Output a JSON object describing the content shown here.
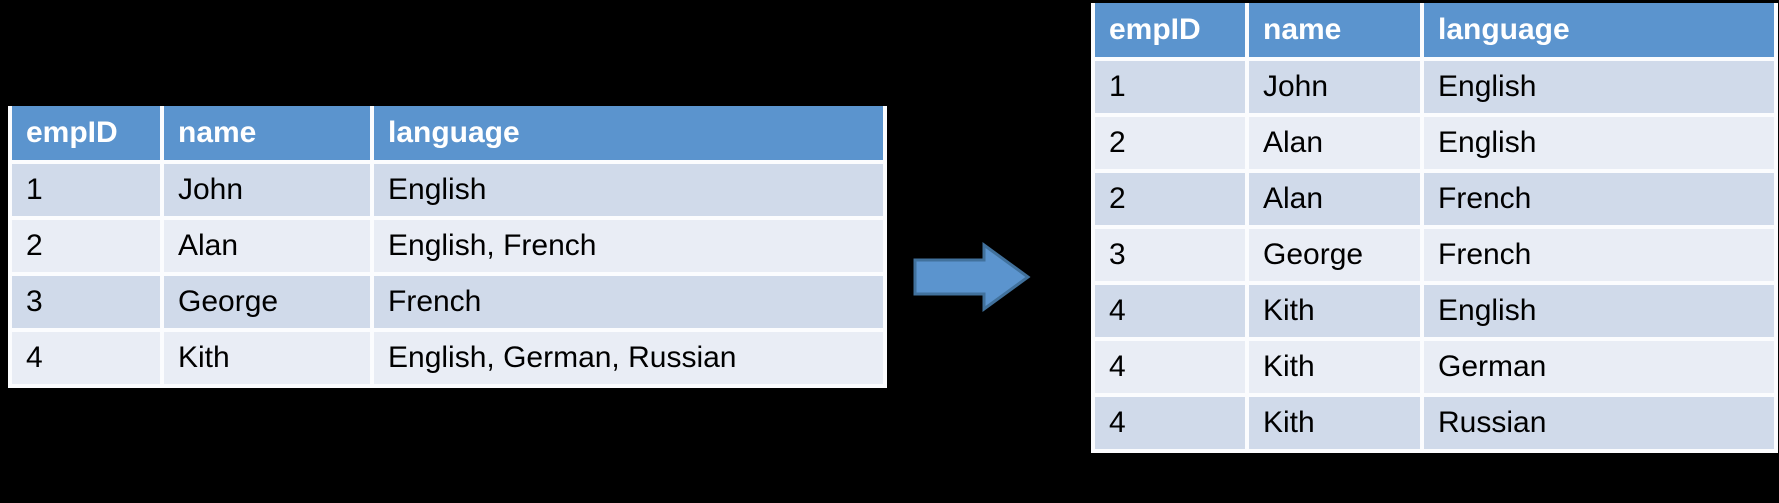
{
  "colors": {
    "header_bg": "#5B94CE",
    "row_dark": "#D0DAEA",
    "row_light": "#E9EDF5",
    "header_text": "#FFFFFF",
    "cell_text": "#000000",
    "grid_border": "#FBFCFE",
    "arrow_fill": "#5B94CE",
    "arrow_stroke": "#41719C",
    "canvas_bg": "#000000"
  },
  "arrow": {
    "icon": "right-block-arrow"
  },
  "left_table": {
    "headers": [
      "empID",
      "name",
      "language"
    ],
    "rows": [
      [
        "1",
        "John",
        "English"
      ],
      [
        "2",
        "Alan",
        "English, French"
      ],
      [
        "3",
        "George",
        "French"
      ],
      [
        "4",
        "Kith",
        "English, German, Russian"
      ]
    ]
  },
  "right_table": {
    "headers": [
      "empID",
      "name",
      "language"
    ],
    "rows": [
      [
        "1",
        "John",
        "English"
      ],
      [
        "2",
        "Alan",
        "English"
      ],
      [
        "2",
        "Alan",
        "French"
      ],
      [
        "3",
        "George",
        "French"
      ],
      [
        "4",
        "Kith",
        "English"
      ],
      [
        "4",
        "Kith",
        "German"
      ],
      [
        "4",
        "Kith",
        "Russian"
      ]
    ]
  }
}
